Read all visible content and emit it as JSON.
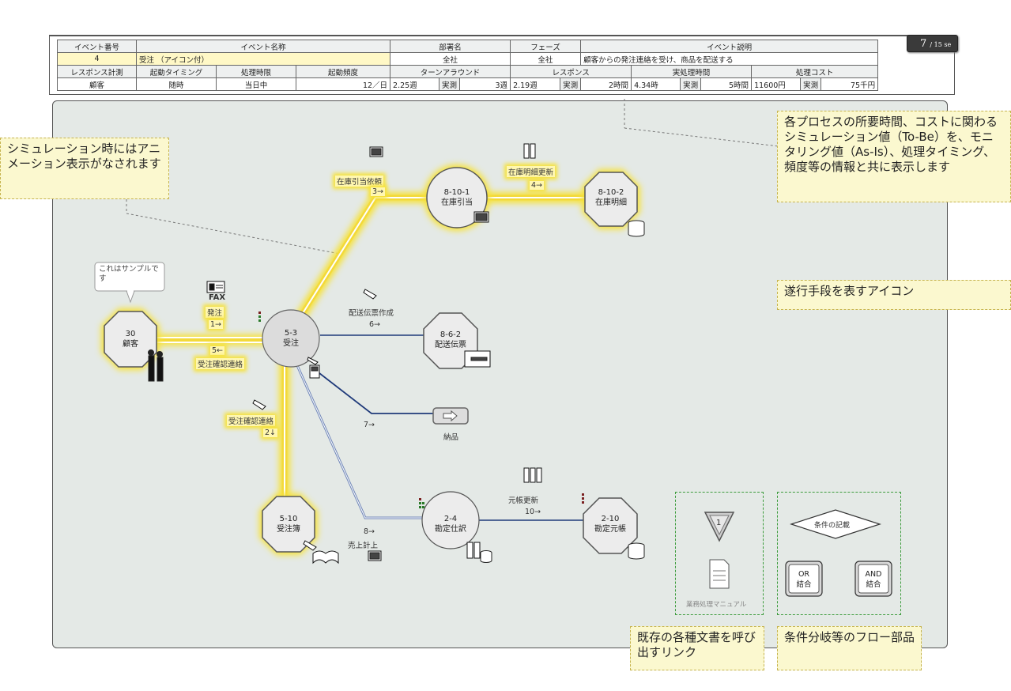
{
  "page_badge": {
    "current": "7",
    "total": "/ 15 se"
  },
  "info_table": {
    "h_event_no": "イベント番号",
    "h_event_name": "イベント名称",
    "h_dept": "部署名",
    "h_phase": "フェーズ",
    "h_event_desc": "イベント説明",
    "v_event_no": "4",
    "v_event_name": "受注 （アイコン付）",
    "v_dept": "全社",
    "v_phase": "全社",
    "v_event_desc": "顧客からの発注連絡を受け、商品を配送する",
    "h_resp_plan": "レスポンス計測",
    "h_trigger": "起動タイミング",
    "h_deadline": "処理時限",
    "h_freq": "起動頻度",
    "h_turnaround": "ターンアラウンド",
    "h_response": "レスポンス",
    "h_proc_time": "実処理時間",
    "h_proc_cost": "処理コスト",
    "v_resp_plan": "顧客",
    "v_trigger": "随時",
    "v_deadline": "当日中",
    "v_freq": "12／日",
    "v_turn_sim": "2.25週",
    "measured": "実測",
    "v_turn_meas": "3週",
    "v_resp_sim": "2.19週",
    "v_resp_meas": "2時間",
    "v_proc_sim": "4.34時",
    "v_proc_meas": "5時間",
    "v_cost_sim": "11600円",
    "v_cost_meas": "75千円"
  },
  "notes": {
    "simulation": "シミュレーション時にはアニメーション表示がなされます",
    "values": "各プロセスの所要時間、コストに関わるシミュレーション値（To-Be）を、モニタリング値（As-Is）、処理タイミング、頻度等の情報と共に表示します",
    "icons": "遂行手段を表すアイコン",
    "docs": "既存の各種文書を呼び出すリンク",
    "flow": "条件分岐等のフロー部品"
  },
  "nodes": {
    "n30": {
      "id": "30",
      "name": "顧客"
    },
    "n53": {
      "id": "5-3",
      "name": "受注"
    },
    "n8101": {
      "id": "8-10-1",
      "name": "在庫引当"
    },
    "n8102": {
      "id": "8-10-2",
      "name": "在庫明細"
    },
    "n862": {
      "id": "8-6-2",
      "name": "配送伝票"
    },
    "n510": {
      "id": "5-10",
      "name": "受注簿"
    },
    "n24": {
      "id": "2-4",
      "name": "勘定仕訳"
    },
    "n210": {
      "id": "2-10",
      "name": "勘定元帳"
    }
  },
  "callout": "これはサンプルです",
  "edges": {
    "e1_label": "発注",
    "e1_no": "1→",
    "e5_no": "5←",
    "e5_label": "受注確認連絡",
    "e3_label": "在庫引当依頼",
    "e3_no": "3→",
    "e4_label": "在庫明細更新",
    "e4_no": "4→",
    "e6_label": "配送伝票作成",
    "e6_no": "6→",
    "e2_label": "受注確認連絡",
    "e2_no": "2↓",
    "e7_no": "7→",
    "e7_target": "納品",
    "e8_no": "8→",
    "e8_label": "売上計上",
    "e10_label": "元帳更新",
    "e10_no": "10→"
  },
  "fax_label": "FAX",
  "legend": {
    "connector_no": "1",
    "manual_label": "業務処理マニュアル",
    "condition_label": "条件の記載",
    "or_label": "OR",
    "and_label": "AND",
    "join_label": "結合"
  }
}
